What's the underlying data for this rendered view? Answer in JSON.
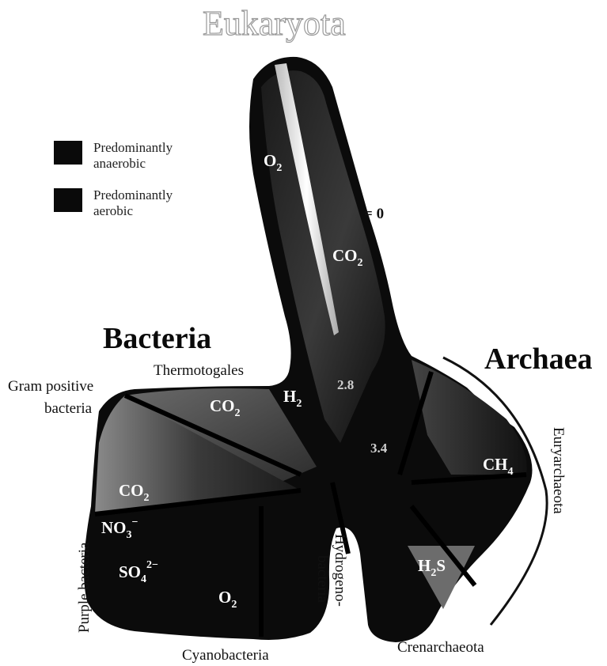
{
  "title": "Eukaryota",
  "legend": {
    "items": [
      {
        "label_line1": "Predominantly",
        "label_line2": "anaerobic"
      },
      {
        "label_line1": "Predominantly",
        "label_line2": "aerobic"
      }
    ]
  },
  "domains": {
    "bacteria": "Bacteria",
    "archaea": "Archaea"
  },
  "groups": {
    "thermotogales": "Thermotogales",
    "gram_positive_line1": "Gram positive",
    "gram_positive_line2": "bacteria",
    "purple_bacteria": "Purple bacteria",
    "cyanobacteria": "Cyanobacteria",
    "hydrogenobacteria_line1": "Hydrogeno-",
    "hydrogenobacteria_line2": "bacteria",
    "crenarchaeota": "Crenarchaeota",
    "euryarchaeota": "Euryarchaeota"
  },
  "chemicals": {
    "euk_o2": "O",
    "euk_o2_sub": "2",
    "euk_co2": "CO",
    "euk_co2_sub": "2",
    "zero_mark": "= 0",
    "thermo_co2": "CO",
    "thermo_co2_sub": "2",
    "h2": "H",
    "h2_sub": "2",
    "gram_co2": "CO",
    "gram_co2_sub": "2",
    "no3": "NO",
    "no3_sub": "3",
    "no3_sup": "−",
    "so4": "SO",
    "so4_sub": "4",
    "so4_sup": "2−",
    "cyano_o2": "O",
    "cyano_o2_sub": "2",
    "ch4": "CH",
    "ch4_sub": "4",
    "h2s": "H",
    "h2s_sub": "2",
    "h2s_tail": "S"
  },
  "markers": {
    "m1": "2.8",
    "m2": "3.4"
  }
}
